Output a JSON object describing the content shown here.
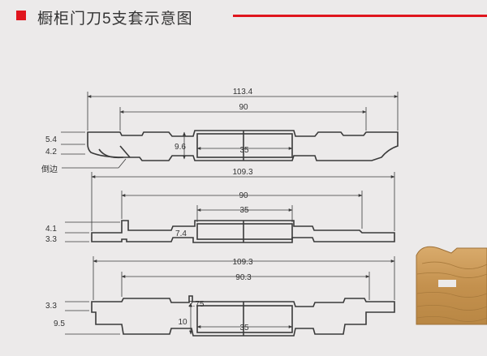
{
  "header": {
    "title": "橱柜门刀5支套示意图"
  },
  "colors": {
    "accent": "#e0151d",
    "line": "#3a3a3a",
    "background": "#eceaea",
    "wood": "#c89a5a"
  },
  "figures": {
    "top": {
      "overall_width": "113.4",
      "middle_width": "90",
      "inner_width": "35",
      "height": "9.6",
      "left_upper": "5.4",
      "left_lower": "4.2",
      "callout": "倒边"
    },
    "middle": {
      "overall_width": "109.3",
      "middle_width": "90",
      "inner_width": "35",
      "height": "7.4",
      "left_upper": "4.1",
      "left_lower": "3.3"
    },
    "bottom": {
      "overall_width": "109.3",
      "middle_width": "90.3",
      "inner_width": "35",
      "height": "10",
      "step": "2.75",
      "left_upper": "3.3",
      "left_lower": "9.5"
    }
  }
}
